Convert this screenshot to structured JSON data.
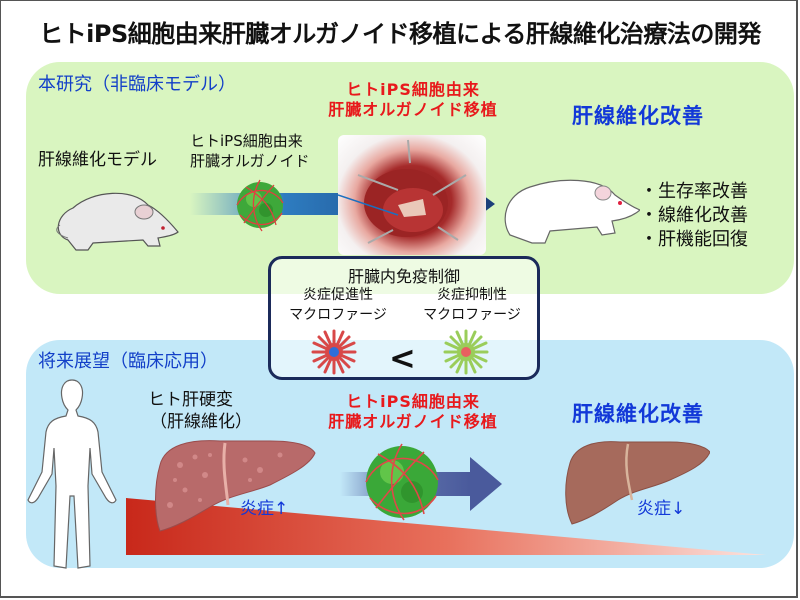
{
  "title": "ヒトiPS細胞由来肝臓オルガノイド移植による肝線維化治療法の開発",
  "top_panel": {
    "section_label": "本研究（非臨床モデル）",
    "model_label": "肝線維化モデル",
    "organoid_label_line1": "ヒトiPS細胞由来",
    "organoid_label_line2": "肝臓オルガノイド",
    "transplant_line1": "ヒトiPS細胞由来",
    "transplant_line2": "肝臓オルガノイド移植",
    "result_heading": "肝線維化改善",
    "outcomes": [
      "生存率改善",
      "線維化改善",
      "肝機能回復"
    ]
  },
  "immune_box": {
    "title": "肝臓内免疫制御",
    "left_line1": "炎症促進性",
    "left_line2": "マクロファージ",
    "right_line1": "炎症抑制性",
    "right_line2": "マクロファージ",
    "comparison": "<"
  },
  "bottom_panel": {
    "section_label": "将来展望（臨床応用）",
    "disease_line1": "ヒト肝硬変",
    "disease_line2": "（肝線維化）",
    "transplant_line1": "ヒトiPS細胞由来",
    "transplant_line2": "肝臓オルガノイド移植",
    "result_heading": "肝線維化改善",
    "inflammation_up": "炎症↑",
    "inflammation_down": "炎症↓"
  },
  "colors": {
    "top_panel_bg": "#d9f5c0",
    "bottom_panel_bg": "#c2e8f8",
    "heading_red": "#e8191c",
    "heading_blue": "#1238d8",
    "arrow_dark_blue": "#1b3f7a",
    "arrow_slate": "#4a5a9c",
    "inflammation_gradient_start": "#c8281a",
    "pro_inflammatory_macrophage": "#d84848",
    "anti_inflammatory_macrophage": "#9acd5a"
  }
}
